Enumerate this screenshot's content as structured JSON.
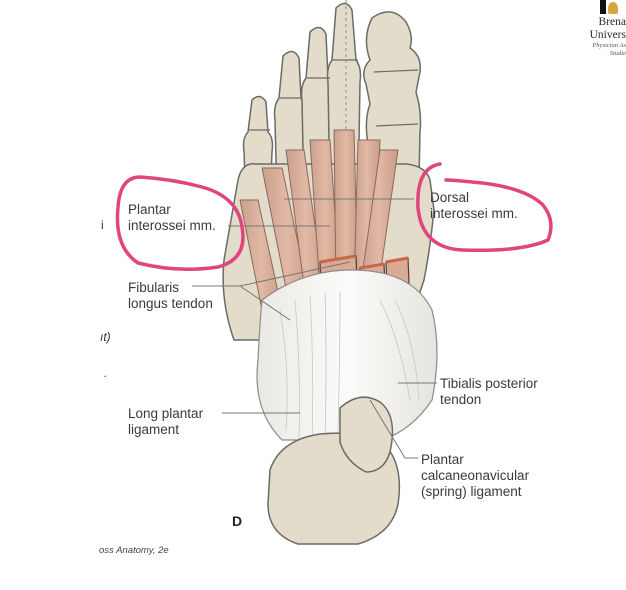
{
  "figure": {
    "panel_letter": "D",
    "caption_fragment": "oss Anatomy, 2e",
    "view": "plantar view of right foot"
  },
  "logo": {
    "line1": "Brena",
    "line2": "Univers",
    "line3": "Physician As",
    "line4": "Studie"
  },
  "labels": {
    "plantar_interossei": "Plantar\ninterossei mm.",
    "dorsal_interossei": "Dorsal\ninterossei mm.",
    "fibularis_longus": "Fibularis\nlongus tendon",
    "long_plantar": "Long plantar\nligament",
    "tibialis_posterior": "Tibialis posterior\ntendon",
    "spring_ligament": "Plantar\ncalcaneonavicular\n(spring) ligament"
  },
  "left_margin_fragments": {
    "frag1": "i",
    "frag2": "ıt)",
    "frag3": "."
  },
  "annotations": {
    "highlight_color": "#e0457b",
    "circled": [
      "Plantar interossei mm.",
      "Dorsal interossei mm."
    ]
  },
  "colors": {
    "bone": "#e3dccb",
    "bone_outline": "#6b6b66",
    "muscle": "#d9ab97",
    "muscle_cut": "#c8664a",
    "ligament": "#f1f0ee",
    "leader_line": "#777777"
  }
}
